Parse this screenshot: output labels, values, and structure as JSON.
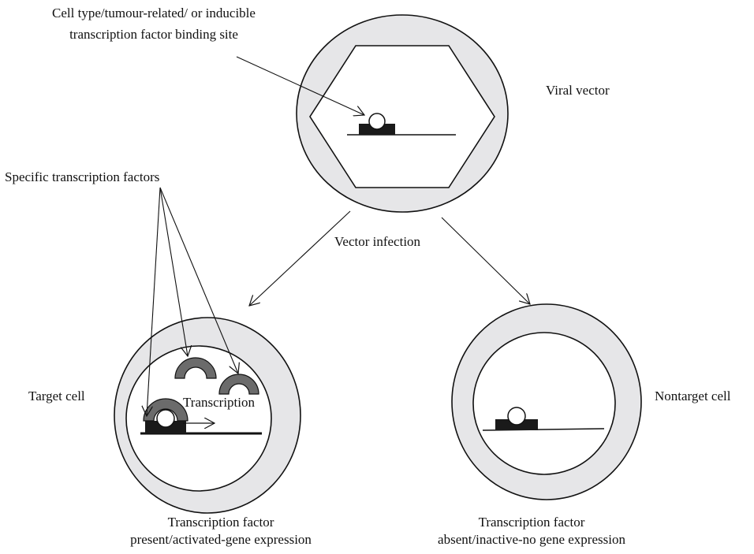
{
  "labels": {
    "binding_site_line1": "Cell type/tumour-related/ or inducible",
    "binding_site_line2": "transcription factor binding site",
    "viral_vector": "Viral vector",
    "specific_tf": "Specific transcription factors",
    "vector_infection": "Vector infection",
    "target_cell": "Target cell",
    "transcription": "Transcription",
    "nontarget_cell": "Nontarget cell",
    "caption_left_line1": "Transcription factor",
    "caption_left_line2": "present/activated-gene expression",
    "caption_right_line1": "Transcription factor",
    "caption_right_line2": "absent/inactive-no gene expression"
  },
  "colors": {
    "cell_fill": "#e6e6e8",
    "tf_fill": "#6b6b6b",
    "dna_block": "#1a1a1a",
    "line": "#111111"
  }
}
